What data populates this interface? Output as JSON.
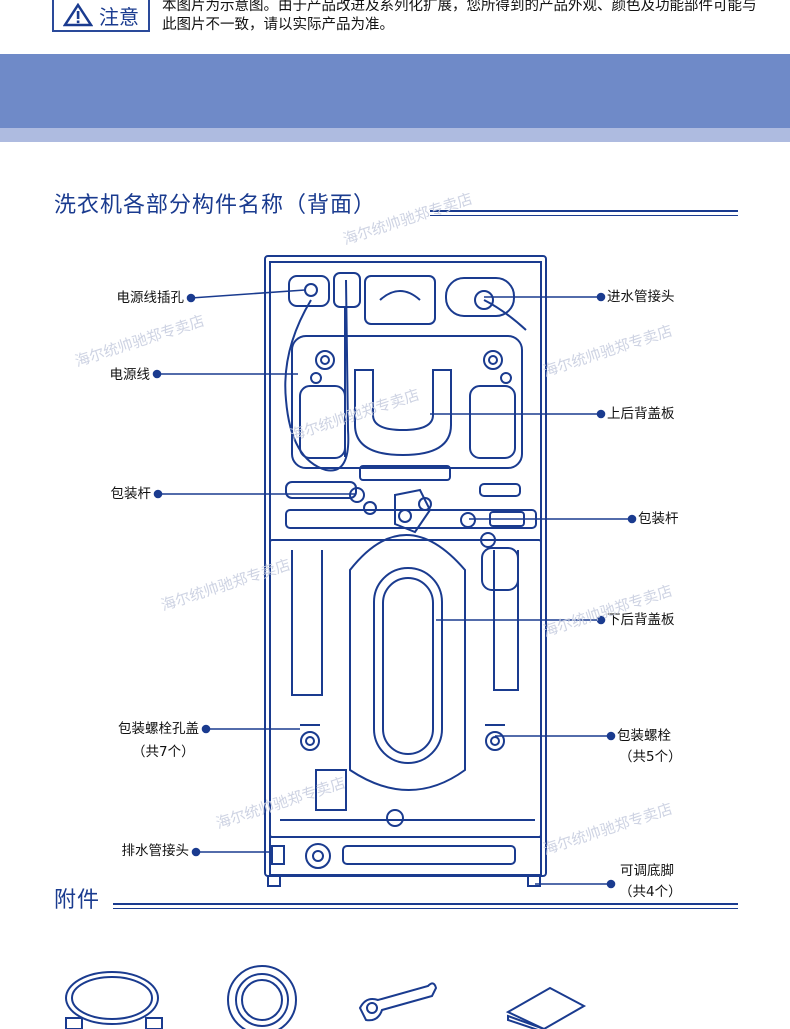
{
  "notice": {
    "label": "注意",
    "text": "本图片为示意图。由于产品改进及系列化扩展，您所得到的产品外观、颜色及功能部件可能与此图片不一致，请以实际产品为准。"
  },
  "back_section": {
    "title": "洗衣机各部分构件名称（背面）"
  },
  "left_callouts": [
    {
      "label": "电源线插孔",
      "sub": ""
    },
    {
      "label": "电源线",
      "sub": ""
    },
    {
      "label": "包装杆",
      "sub": ""
    },
    {
      "label": "包装螺栓孔盖",
      "sub": "（共7个）"
    },
    {
      "label": "排水管接头",
      "sub": ""
    }
  ],
  "right_callouts": [
    {
      "label": "进水管接头",
      "sub": ""
    },
    {
      "label": "上后背盖板",
      "sub": ""
    },
    {
      "label": "包装杆",
      "sub": ""
    },
    {
      "label": "下后背盖板",
      "sub": ""
    },
    {
      "label": "包装螺栓",
      "sub": "（共5个）"
    },
    {
      "label": "可调底脚",
      "sub": "（共4个）"
    }
  ],
  "accessories_section": {
    "title": "附件"
  },
  "watermark": "海尔统帅驰郑专卖店",
  "colors": {
    "accent": "#1a3b8f",
    "band": "#6f8ac8",
    "band_light": "#aebbe0"
  }
}
